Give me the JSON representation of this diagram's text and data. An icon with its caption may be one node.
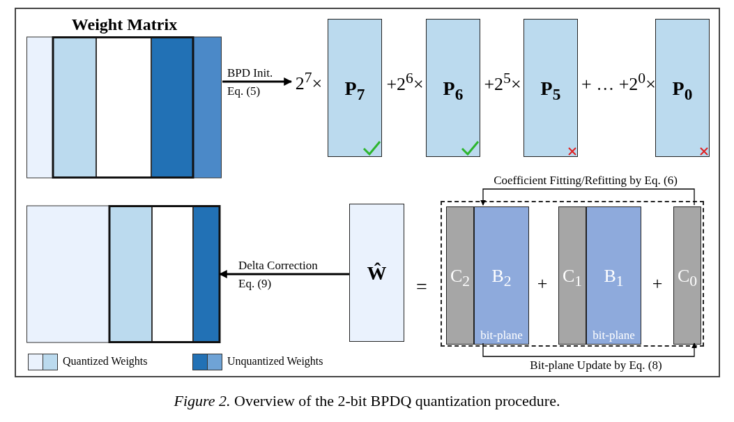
{
  "diagram": {
    "caption": "*Figure 2.* Overview of the 2-bit BPDQ quantization procedure.",
    "nodes": [
      {
        "text": [
          "Weight Matrix"
        ]
      },
      {
        "text": [
          "2$^{7}$×"
        ]
      },
      {
        "text": [
          "P$_{7}$"
        ]
      },
      {
        "text": [
          "P$_{6}$"
        ]
      },
      {
        "text": [
          "P$_{5}$"
        ]
      },
      {
        "text": [
          "P$_{0}$"
        ]
      },
      {
        "text": [],
        "shape": "picture"
      },
      {
        "text": [
          "Ŵ"
        ]
      },
      {
        "text": [],
        "shape": "box"
      },
      {
        "text": [
          "C$_{2}$"
        ],
        "in": 8
      },
      {
        "text": [
          "B$_{2}$",
          "bit-plane"
        ],
        "in": 8
      },
      {
        "text": [
          "C$_{1}$"
        ],
        "in": 8
      },
      {
        "text": [
          "B$_{1}$",
          "bit-plane"
        ],
        "in": 8
      },
      {
        "text": [
          "C$_{0}$"
        ],
        "in": 8
      }
    ],
    "edges": [
      {
        "from": 0,
        "to": 1,
        "arrow": "to",
        "label": "BPD Init. Eq. (5)",
        "style": "thick"
      },
      {
        "from": 7,
        "to": 6,
        "arrow": "to",
        "label": "Delta Correction Eq. (9)",
        "style": "thick"
      },
      {
        "from": 13,
        "to": 10,
        "arrow": "to",
        "label": "Coefficient Fitting/Refitting by Eq. (6)"
      },
      {
        "from": 10,
        "to": 13,
        "arrow": "to",
        "label": "Bit-plane Update by Eq. (8)"
      }
    ],
    "labels": [
      "+2$^{6}$×",
      "+2$^{5}$×",
      "+ … +2$^{0}$×",
      "=",
      "+",
      "+"
    ],
    "legend": [
      {
        "text": "Quantized Weights",
        "color": "#eaf2fd"
      },
      {
        "text": "Unquantized Weights",
        "color": "#2271b5"
      }
    ]
  }
}
